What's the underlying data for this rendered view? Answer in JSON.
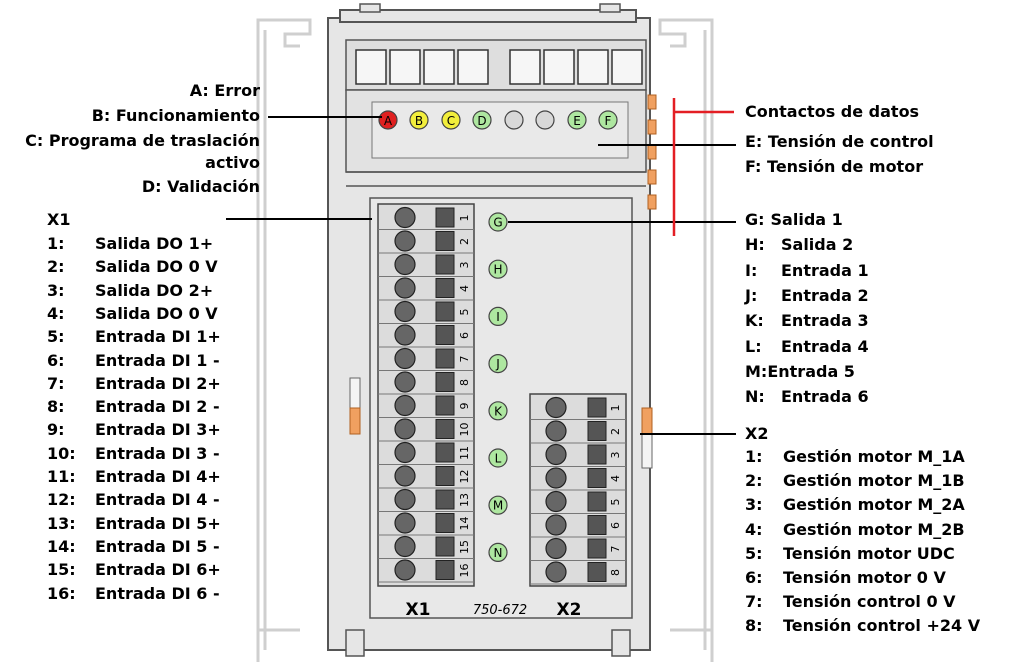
{
  "module": {
    "model": "750-672",
    "x1_label": "X1",
    "x2_label": "X2",
    "led_letters": [
      "A",
      "B",
      "C",
      "D",
      "",
      "",
      "E",
      "F"
    ],
    "led_colors": [
      "#e02020",
      "#f2ee3c",
      "#f2ee3c",
      "#aee7a0",
      "#d8d8d8",
      "#d8d8d8",
      "#aee7a0",
      "#aee7a0"
    ],
    "side_letters": [
      "G",
      "H",
      "I",
      "J",
      "K",
      "L",
      "M",
      "N"
    ],
    "x1_pins": [
      "1",
      "2",
      "3",
      "4",
      "5",
      "6",
      "7",
      "8",
      "9",
      "10",
      "11",
      "12",
      "13",
      "14",
      "15",
      "16"
    ],
    "x2_pins": [
      "1",
      "2",
      "3",
      "4",
      "5",
      "6",
      "7",
      "8"
    ]
  },
  "left_labels": {
    "a": "A: Error",
    "b": "B: Funcionamiento",
    "c1": "C: Programa de traslación",
    "c2": "activo",
    "d": "D: Validación"
  },
  "x1_list": {
    "title": "X1",
    "items": [
      {
        "n": "1:",
        "t": "Salida DO 1+"
      },
      {
        "n": "2:",
        "t": "Salida DO 0 V"
      },
      {
        "n": "3:",
        "t": "Salida DO 2+"
      },
      {
        "n": "4:",
        "t": "Salida DO 0 V"
      },
      {
        "n": "5:",
        "t": "Entrada DI 1+"
      },
      {
        "n": "6:",
        "t": "Entrada DI 1 -"
      },
      {
        "n": "7:",
        "t": "Entrada DI 2+"
      },
      {
        "n": "8:",
        "t": "Entrada DI 2 -"
      },
      {
        "n": "9:",
        "t": "Entrada DI 3+"
      },
      {
        "n": "10:",
        "t": "Entrada DI 3 -"
      },
      {
        "n": "11:",
        "t": "Entrada DI 4+"
      },
      {
        "n": "12:",
        "t": "Entrada DI 4 -"
      },
      {
        "n": "13:",
        "t": "Entrada DI 5+"
      },
      {
        "n": "14:",
        "t": "Entrada DI 5 -"
      },
      {
        "n": "15:",
        "t": "Entrada DI 6+"
      },
      {
        "n": "16:",
        "t": "Entrada DI 6 -"
      }
    ]
  },
  "right_labels": {
    "data_contacts": "Contactos de datos",
    "e": "E: Tensión de control",
    "f": "F: Tensión de motor",
    "outputs": [
      {
        "n": "G:",
        "t": "Salida 1"
      },
      {
        "n": "H:",
        "t": "Salida 2"
      },
      {
        "n": "I:",
        "t": "Entrada 1"
      },
      {
        "n": "J:",
        "t": "Entrada 2"
      },
      {
        "n": "K:",
        "t": "Entrada 3"
      },
      {
        "n": "L:",
        "t": "Entrada 4"
      },
      {
        "n": "M:",
        "t": "Entrada 5"
      },
      {
        "n": "N:",
        "t": "Entrada 6"
      }
    ]
  },
  "x2_list": {
    "title": "X2",
    "items": [
      {
        "n": "1:",
        "t": "Gestión motor M_1A"
      },
      {
        "n": "2:",
        "t": "Gestión motor M_1B"
      },
      {
        "n": "3:",
        "t": "Gestión motor M_2A"
      },
      {
        "n": "4:",
        "t": "Gestión motor M_2B"
      },
      {
        "n": "5:",
        "t": "Tensión motor UDC"
      },
      {
        "n": "6:",
        "t": "Tensión motor 0 V"
      },
      {
        "n": "7:",
        "t": "Tensión control 0 V"
      },
      {
        "n": "8:",
        "t": "Tensión control +24 V"
      }
    ]
  },
  "colors": {
    "data_contact_line": "#e31e24",
    "orange_contacts": "#f0a060",
    "module_body": "#e4e4e4",
    "frame_outline": "#d0d0d0"
  }
}
